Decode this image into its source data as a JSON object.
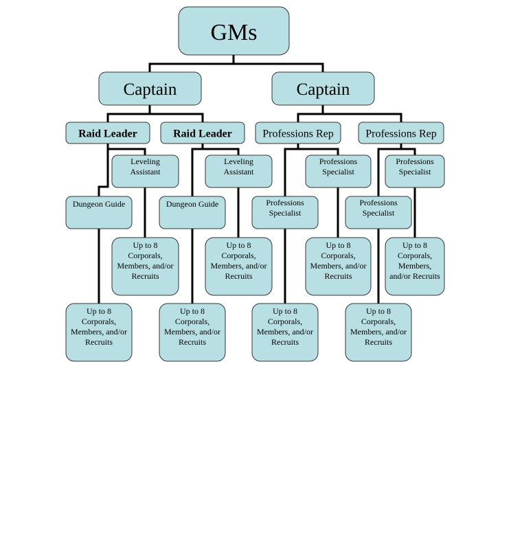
{
  "diagram": {
    "nodes": [
      {
        "id": "gms",
        "lines": [
          "GMs"
        ],
        "style": "root"
      },
      {
        "id": "captain-1",
        "lines": [
          "Captain"
        ],
        "style": "big"
      },
      {
        "id": "captain-2",
        "lines": [
          "Captain"
        ],
        "style": "big"
      },
      {
        "id": "raid-leader-1",
        "lines": [
          "Raid Leader"
        ],
        "style": "mid-b"
      },
      {
        "id": "raid-leader-2",
        "lines": [
          "Raid Leader"
        ],
        "style": "mid-b"
      },
      {
        "id": "professions-rep-1",
        "lines": [
          "Professions Rep"
        ],
        "style": "mid"
      },
      {
        "id": "professions-rep-2",
        "lines": [
          "Professions Rep"
        ],
        "style": "mid"
      },
      {
        "id": "leveling-assistant-1",
        "lines": [
          "Leveling",
          "Assistant"
        ],
        "style": "small"
      },
      {
        "id": "leveling-assistant-2",
        "lines": [
          "Leveling",
          "Assistant"
        ],
        "style": "small"
      },
      {
        "id": "professions-specialist-1",
        "lines": [
          "Professions",
          "Specialist"
        ],
        "style": "small"
      },
      {
        "id": "professions-specialist-2",
        "lines": [
          "Professions",
          "Specialist"
        ],
        "style": "small"
      },
      {
        "id": "dungeon-guide-1",
        "lines": [
          "Dungeon Guide"
        ],
        "style": "small"
      },
      {
        "id": "dungeon-guide-2",
        "lines": [
          "Dungeon Guide"
        ],
        "style": "small"
      },
      {
        "id": "professions-specialist-3",
        "lines": [
          "Professions",
          "Specialist"
        ],
        "style": "small"
      },
      {
        "id": "professions-specialist-4",
        "lines": [
          "Professions",
          "Specialist"
        ],
        "style": "small"
      },
      {
        "id": "members-1",
        "lines": [
          "Up to 8",
          "Corporals,",
          "Members, and/or",
          "Recruits"
        ],
        "style": "small"
      },
      {
        "id": "members-2",
        "lines": [
          "Up to 8",
          "Corporals,",
          "Members, and/or",
          "Recruits"
        ],
        "style": "small"
      },
      {
        "id": "members-3",
        "lines": [
          "Up to 8",
          "Corporals,",
          "Members, and/or",
          "Recruits"
        ],
        "style": "small"
      },
      {
        "id": "members-4",
        "lines": [
          "Up to 8",
          "Corporals,",
          "Members,",
          "and/or Recruits"
        ],
        "style": "small"
      },
      {
        "id": "members-5",
        "lines": [
          "Up to 8",
          "Corporals,",
          "Members, and/or",
          "Recruits"
        ],
        "style": "small"
      },
      {
        "id": "members-6",
        "lines": [
          "Up to 8",
          "Corporals,",
          "Members, and/or",
          "Recruits"
        ],
        "style": "small"
      },
      {
        "id": "members-7",
        "lines": [
          "Up to 8",
          "Corporals,",
          "Members, and/or",
          "Recruits"
        ],
        "style": "small"
      },
      {
        "id": "members-8",
        "lines": [
          "Up to 8",
          "Corporals,",
          "Members, and/or",
          "Recruits"
        ],
        "style": "small"
      }
    ],
    "edges": [
      [
        "gms",
        "captain-1"
      ],
      [
        "gms",
        "captain-2"
      ],
      [
        "captain-1",
        "raid-leader-1"
      ],
      [
        "captain-1",
        "raid-leader-2"
      ],
      [
        "captain-2",
        "professions-rep-1"
      ],
      [
        "captain-2",
        "professions-rep-2"
      ],
      [
        "raid-leader-1",
        "leveling-assistant-1"
      ],
      [
        "raid-leader-1",
        "dungeon-guide-1"
      ],
      [
        "raid-leader-2",
        "leveling-assistant-2"
      ],
      [
        "raid-leader-2",
        "dungeon-guide-2"
      ],
      [
        "professions-rep-1",
        "professions-specialist-1"
      ],
      [
        "professions-rep-1",
        "professions-specialist-3"
      ],
      [
        "professions-rep-2",
        "professions-specialist-2"
      ],
      [
        "professions-rep-2",
        "professions-specialist-4"
      ],
      [
        "dungeon-guide-1",
        "members-1"
      ],
      [
        "leveling-assistant-1",
        "members-5"
      ],
      [
        "dungeon-guide-2",
        "members-2"
      ],
      [
        "leveling-assistant-2",
        "members-6"
      ],
      [
        "professions-specialist-3",
        "members-3"
      ],
      [
        "professions-specialist-1",
        "members-7"
      ],
      [
        "professions-specialist-4",
        "members-8"
      ],
      [
        "professions-specialist-2",
        "members-4"
      ]
    ]
  }
}
